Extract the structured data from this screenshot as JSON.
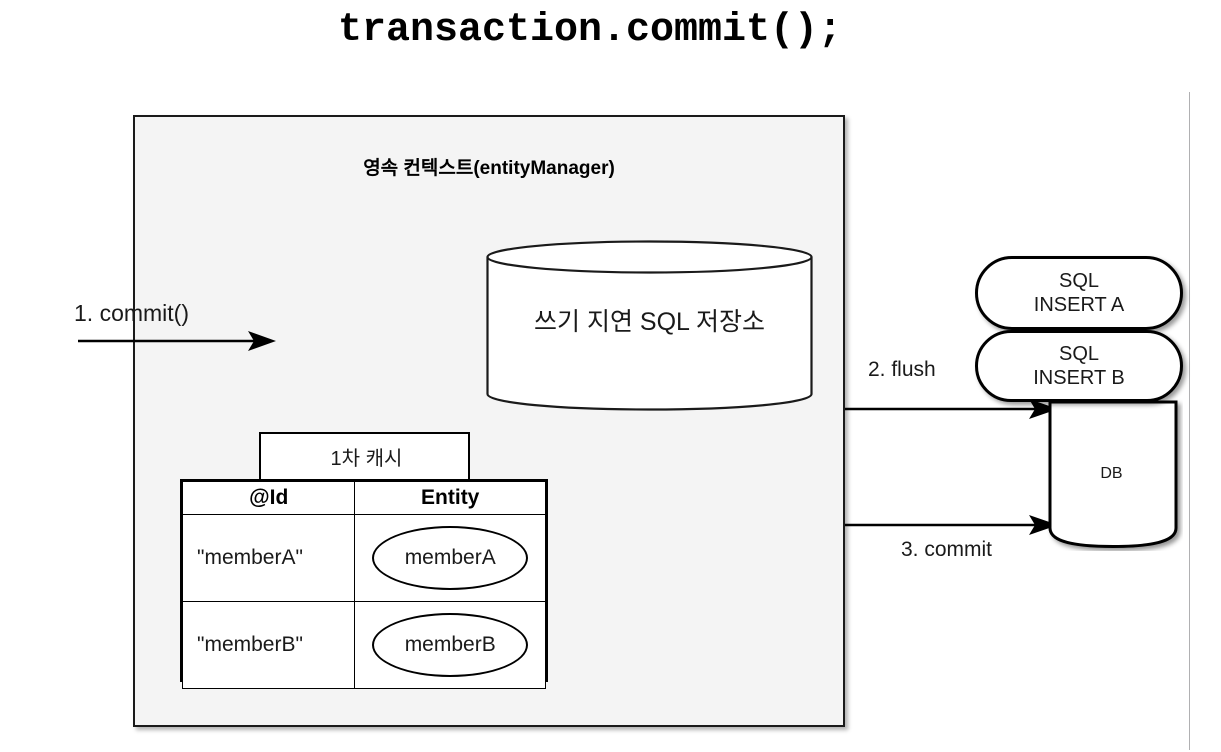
{
  "title": "transaction.commit();",
  "persistence_context": {
    "title": "영속 컨텍스트(entityManager)",
    "write_behind_store": {
      "label": "쓰기 지연 SQL 저장소",
      "shape": "cylinder-icon"
    },
    "first_level_cache": {
      "tab_label": "1차 캐시",
      "columns": [
        "@Id",
        "Entity"
      ],
      "rows": [
        {
          "id": "\"memberA\"",
          "entity": "memberA"
        },
        {
          "id": "\"memberB\"",
          "entity": "memberB"
        }
      ]
    }
  },
  "flows": {
    "step1": "1. commit()",
    "step2": "2. flush",
    "step3": "3. commit"
  },
  "database": {
    "label": "DB",
    "sql_statements": [
      {
        "line1": "SQL",
        "line2": "INSERT A"
      },
      {
        "line1": "SQL",
        "line2": "INSERT B"
      }
    ]
  },
  "colors": {
    "container_fill": "#f4f4f4",
    "stroke": "#000000",
    "text": "#1a1a1a",
    "page_rule": "#b0b0b2",
    "white": "#ffffff"
  }
}
